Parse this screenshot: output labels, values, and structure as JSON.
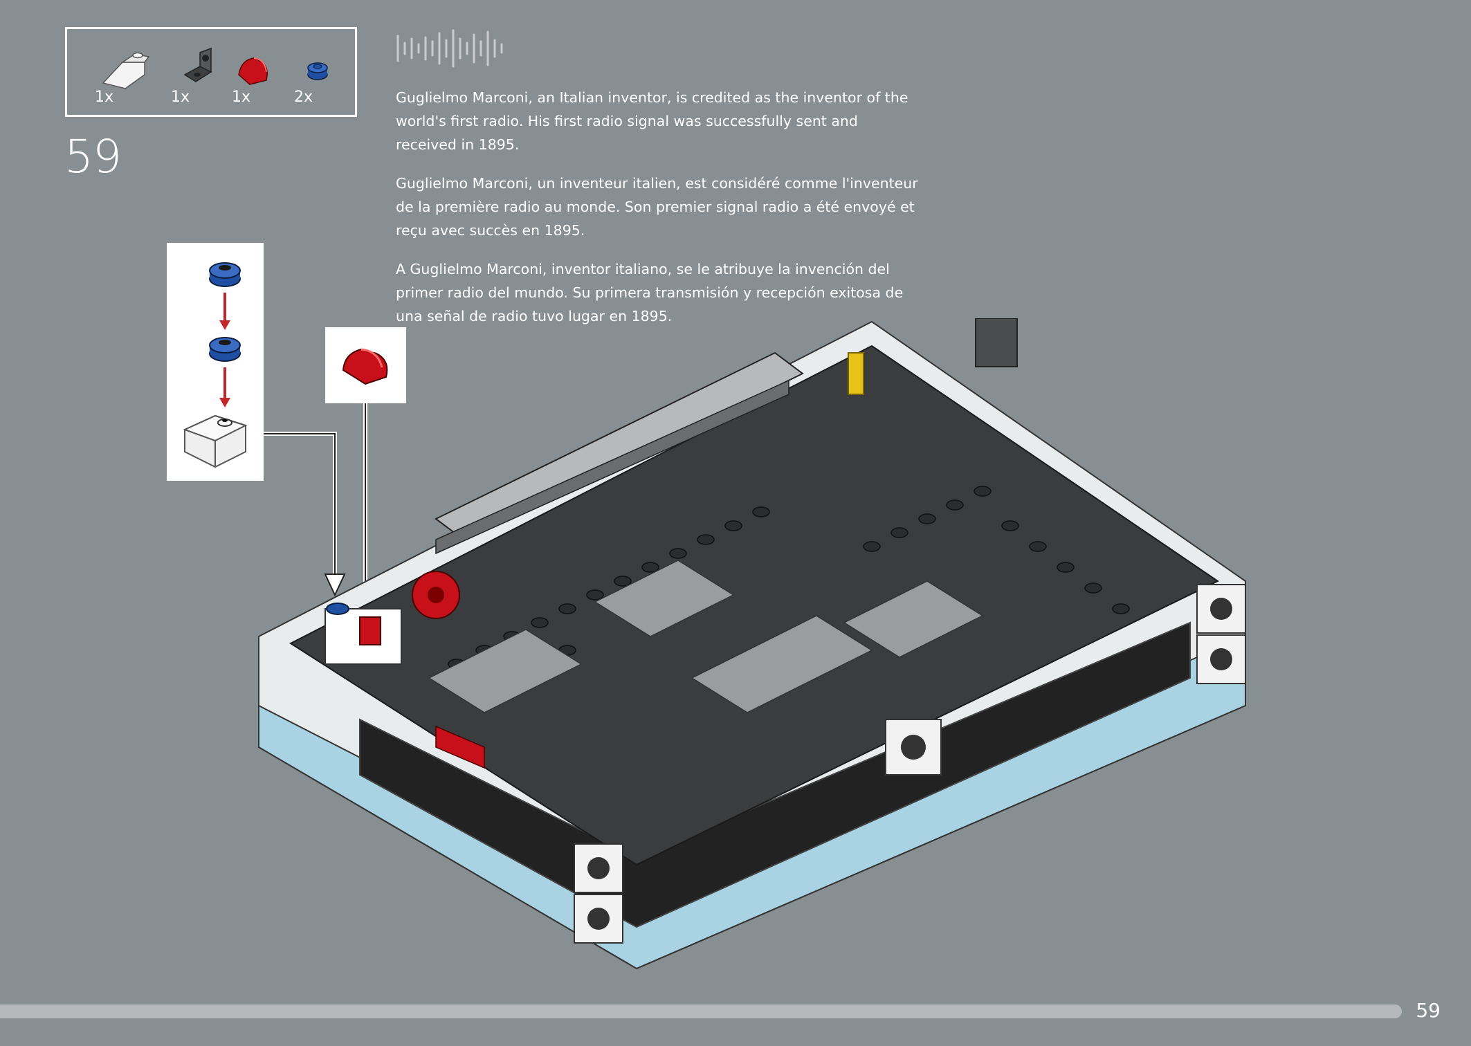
{
  "parts_list": [
    {
      "name": "white-slope-brick",
      "qty": "1x"
    },
    {
      "name": "dark-gray-bracket-plate",
      "qty": "1x"
    },
    {
      "name": "red-curved-tile",
      "qty": "1x"
    },
    {
      "name": "blue-round-plate",
      "qty": "2x"
    }
  ],
  "step_number": "59",
  "paragraphs": {
    "en": "Guglielmo Marconi, an Italian inventor, is credited as the inventor of the world's first radio. His first radio signal was successfully sent and received in 1895.",
    "fr": "Guglielmo Marconi, un inventeur italien, est considéré comme l'inventeur de la première radio au monde. Son premier signal radio a été envoyé et reçu avec succès en 1895.",
    "es": "A Guglielmo Marconi, inventor italiano, se le atribuye la invención del primer radio del mundo. Su primera transmisión y recepción exitosa de una señal de radio tuvo lugar en 1895."
  },
  "colors": {
    "background": "#878f92",
    "white": "#ffffff",
    "blue_part": "#1f4fa3",
    "red_part": "#d01012",
    "dark_gray_part": "#4a4c4e",
    "arrow_red": "#c4282d"
  },
  "page_number": "59",
  "progress": 0.95
}
